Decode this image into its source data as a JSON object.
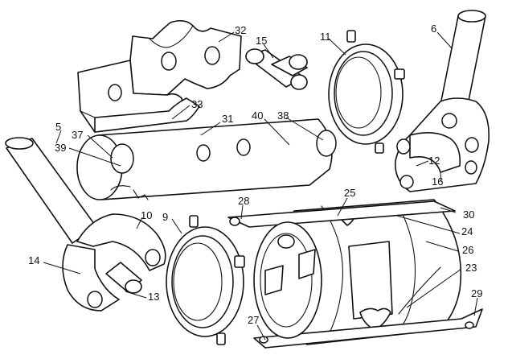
{
  "labels": {
    "l5": "5",
    "l6": "6",
    "l9": "9",
    "l10": "10",
    "l11": "11",
    "l12": "12",
    "l13": "13",
    "l14": "14",
    "l15": "15",
    "l16": "16",
    "l23": "23",
    "l24": "24",
    "l25": "25",
    "l26": "26",
    "l27": "27",
    "l28": "28",
    "l29": "29",
    "l30": "30",
    "l31": "31",
    "l32": "32",
    "l33": "33",
    "l37": "37",
    "l38": "38",
    "l39": "39",
    "l40": "40"
  },
  "colors": {
    "line": "#111111",
    "background": "#ffffff"
  }
}
